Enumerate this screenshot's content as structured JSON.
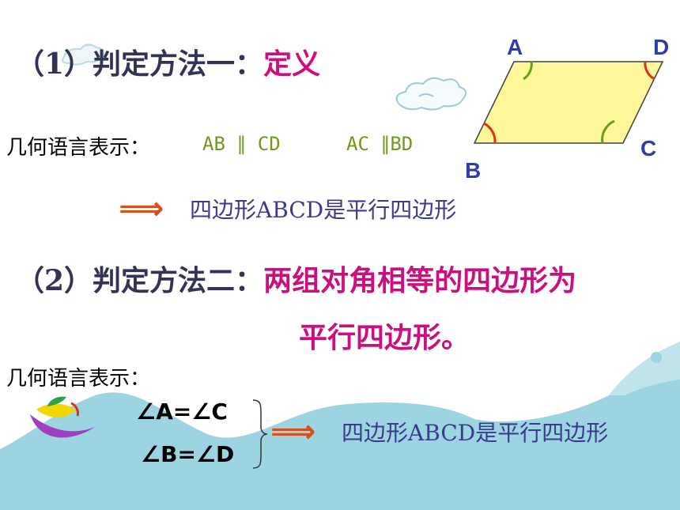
{
  "method1": {
    "prefix": "（1）判定方法一：",
    "keyword": "定义"
  },
  "vertices": {
    "a": "A",
    "b": "B",
    "c": "C",
    "d": "D"
  },
  "geometry_label_1": "几何语言表示：",
  "formula1": {
    "left": "AB ∥ CD",
    "right": "AC ∥BD"
  },
  "implies_symbol": "⟹",
  "conclusion_1": "四边形ABCD是平行四边形",
  "method2": {
    "prefix": "（2）判定方法二：",
    "keyword_line1": "两组对角相等的四边形为",
    "keyword_line2": "平行四边形。"
  },
  "geometry_label_2": "几何语言表示：",
  "condition_1": "∠A=∠C",
  "condition_2": "∠B=∠D",
  "conclusion_2": "四边形ABCD是平行四边形",
  "colors": {
    "parallelogram_fill": "#fdf79a",
    "angle_mark_green": "#6b9c1a",
    "angle_mark_red": "#e0301c",
    "keyword_magenta": "#cc0f7f",
    "wave_blue": "#9cd4e1"
  }
}
